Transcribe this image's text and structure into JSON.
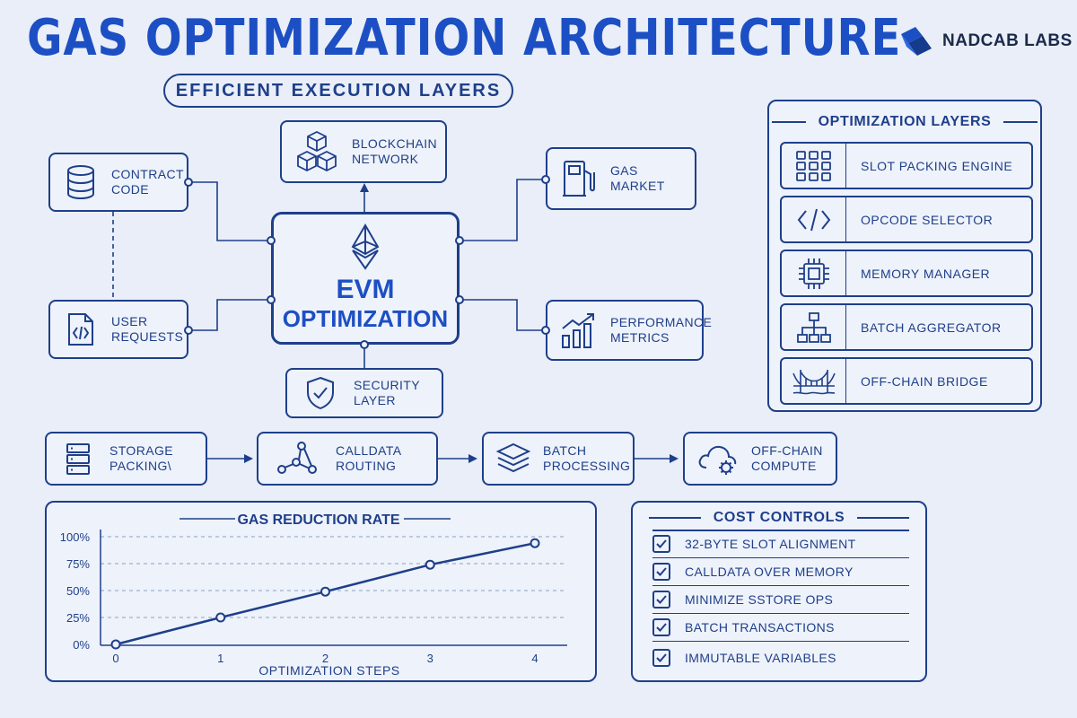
{
  "header": {
    "title": "GAS OPTIMIZATION ARCHITECTURE",
    "subtitle": "EFFICIENT EXECUTION LAYERS",
    "brand": "NADCAB LABS"
  },
  "colors": {
    "primary": "#1d4fc4",
    "line": "#1e3f8a",
    "background": "#e9eef8"
  },
  "hub": {
    "line1": "EVM",
    "line2": "OPTIMIZATION",
    "icon": "ethereum-icon"
  },
  "nodes": {
    "contract_code": {
      "line1": "CONTRACT",
      "line2": "CODE",
      "icon": "database-icon"
    },
    "user_requests": {
      "line1": "USER",
      "line2": "REQUESTS",
      "icon": "code-file-icon"
    },
    "blockchain_network": {
      "line1": "BLOCKCHAIN",
      "line2": "NETWORK",
      "icon": "cubes-icon"
    },
    "gas_market": {
      "line1": "GAS",
      "line2": "MARKET",
      "icon": "fuel-pump-icon"
    },
    "performance_metrics": {
      "line1": "PERFORMANCE",
      "line2": "METRICS",
      "icon": "bar-chart-icon"
    },
    "security_layer": {
      "line1": "SECURITY",
      "line2": "LAYER",
      "icon": "shield-icon"
    }
  },
  "pipeline": [
    {
      "line1": "STORAGE",
      "line2": "PACKING\\",
      "icon": "storage-stack-icon"
    },
    {
      "line1": "CALLDATA",
      "line2": "ROUTING",
      "icon": "routing-icon"
    },
    {
      "line1": "BATCH",
      "line2": "PROCESSING",
      "icon": "layers-icon"
    },
    {
      "line1": "OFF-CHAIN",
      "line2": "COMPUTE",
      "icon": "cloud-gear-icon"
    }
  ],
  "optimization_layers": {
    "title": "OPTIMIZATION LAYERS",
    "items": [
      {
        "label": "SLOT PACKING ENGINE",
        "icon": "grid-icon"
      },
      {
        "label": "OPCODE SELECTOR",
        "icon": "code-brackets-icon"
      },
      {
        "label": "MEMORY MANAGER",
        "icon": "chip-icon"
      },
      {
        "label": "BATCH AGGREGATOR",
        "icon": "hierarchy-icon"
      },
      {
        "label": "OFF-CHAIN BRIDGE",
        "icon": "bridge-icon"
      }
    ]
  },
  "cost_controls": {
    "title": "COST CONTROLS",
    "items": [
      "32-BYTE SLOT ALIGNMENT",
      "CALLDATA OVER MEMORY",
      "MINIMIZE SSTORE OPS",
      "BATCH TRANSACTIONS",
      "IMMUTABLE VARIABLES"
    ]
  },
  "chart_data": {
    "type": "line",
    "title": "GAS REDUCTION RATE",
    "xlabel": "OPTIMIZATION STEPS",
    "ylabel": "",
    "x": [
      0,
      1,
      2,
      3,
      4
    ],
    "series": [
      {
        "values": [
          0,
          25,
          49,
          74,
          94
        ]
      }
    ],
    "yticks": [
      "0%",
      "25%",
      "50%",
      "75%",
      "100%"
    ],
    "ylim": [
      0,
      100
    ],
    "grid": true
  }
}
